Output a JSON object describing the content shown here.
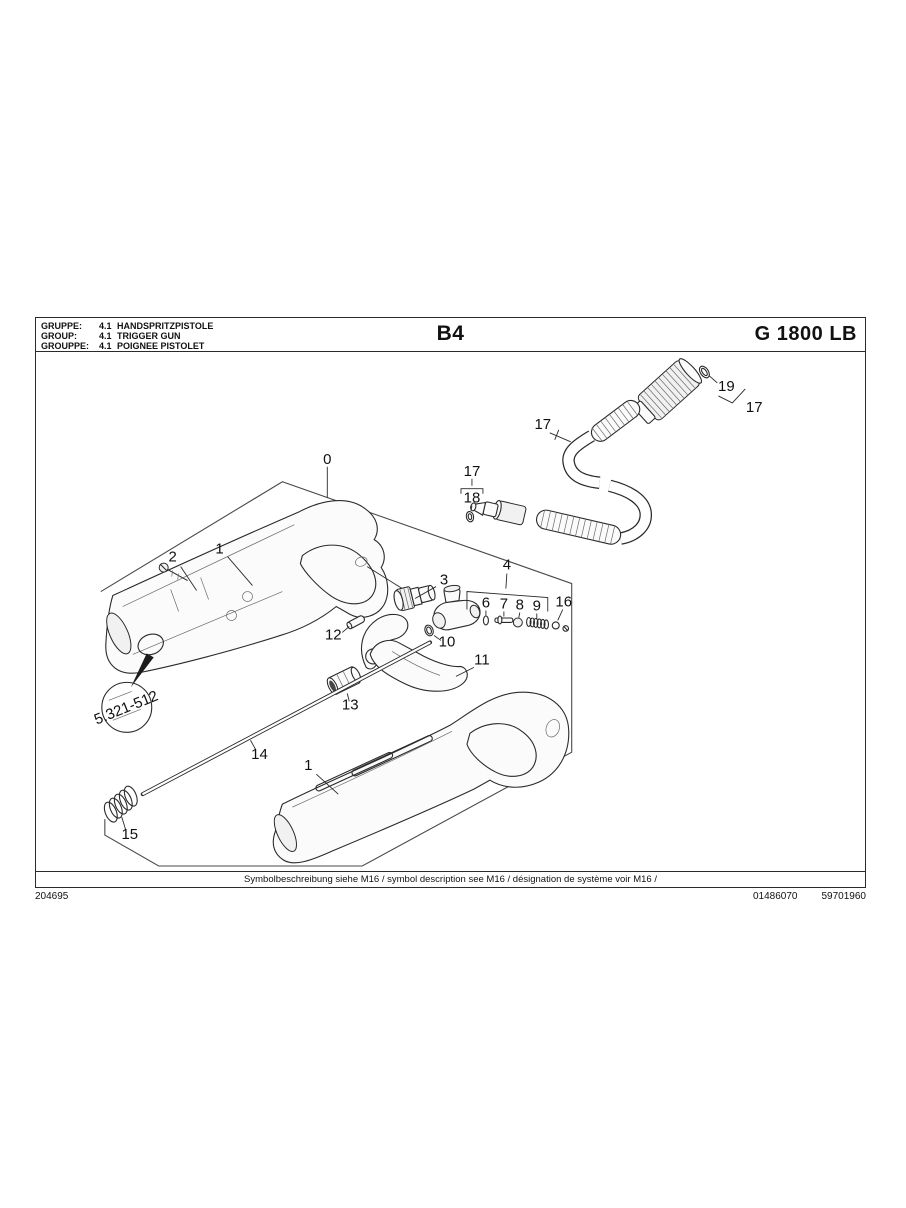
{
  "header": {
    "rows": [
      {
        "label": "GRUPPE:",
        "num": "4.1",
        "name": "HANDSPRITZPISTOLE"
      },
      {
        "label": "GROUP:",
        "num": "4.1",
        "name": "TRIGGER GUN"
      },
      {
        "label": "GROUPPE:",
        "num": "4.1",
        "name": "POIGNEE PISTOLET"
      }
    ],
    "code": "B4",
    "model": "G 1800 LB"
  },
  "diagram": {
    "callouts": {
      "c0": "0",
      "c1_upper": "1",
      "c1_lower": "1",
      "c2": "2",
      "c3": "3",
      "c4": "4",
      "c6": "6",
      "c7": "7",
      "c8": "8",
      "c9": "9",
      "c10": "10",
      "c11": "11",
      "c12": "12",
      "c13": "13",
      "c14": "14",
      "c15": "15",
      "c16": "16",
      "c17_hose_mid": "17",
      "c17_hose_left": "17",
      "c17_hose_top": "17",
      "c18": "18",
      "c19": "19"
    },
    "detail_code": "5.321-512",
    "note": "Symbolbeschreibung siehe M16 / symbol description see M16 / désignation de système voir M16 /"
  },
  "footer": {
    "doc_number": "204695",
    "ref_number_1": "01486070",
    "ref_number_2": "59701960"
  }
}
